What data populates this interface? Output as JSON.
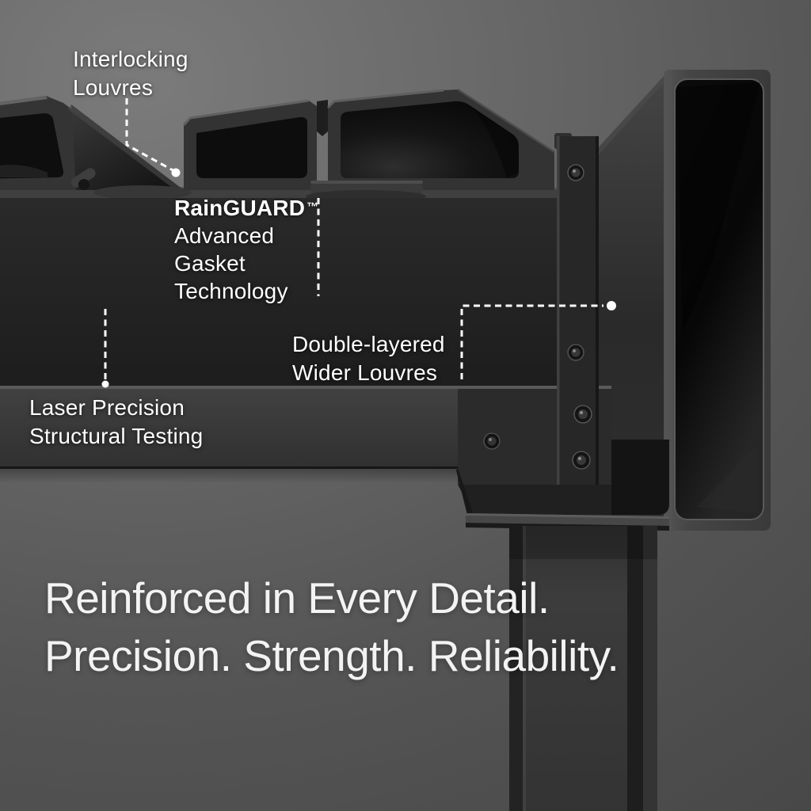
{
  "scene": {
    "kind": "product feature render",
    "subject": "dark aluminium louvred pergola corner with beam, gutter end cap and post",
    "colors": {
      "background": "#5f5f5f",
      "structure_dark": "#242424",
      "structure_mid": "#3b3b3b",
      "louvre_opening": "#0d0d0d",
      "leader_line": "#ffffff",
      "label_text": "#ffffff",
      "headline_text": "#f3f3f3"
    }
  },
  "callouts": {
    "interlocking": {
      "line1": "Interlocking",
      "line2": "Louvres"
    },
    "rainguard": {
      "brand": "RainGUARD",
      "trademark": "™",
      "line1": "Advanced",
      "line2": "Gasket",
      "line3": "Technology"
    },
    "double_layered": {
      "line1": "Double-layered",
      "line2": "Wider Louvres"
    },
    "laser": {
      "line1": "Laser Precision",
      "line2": "Structural Testing"
    }
  },
  "headline": {
    "line1": "Reinforced in Every Detail.",
    "line2": "Precision. Strength. Reliability."
  }
}
